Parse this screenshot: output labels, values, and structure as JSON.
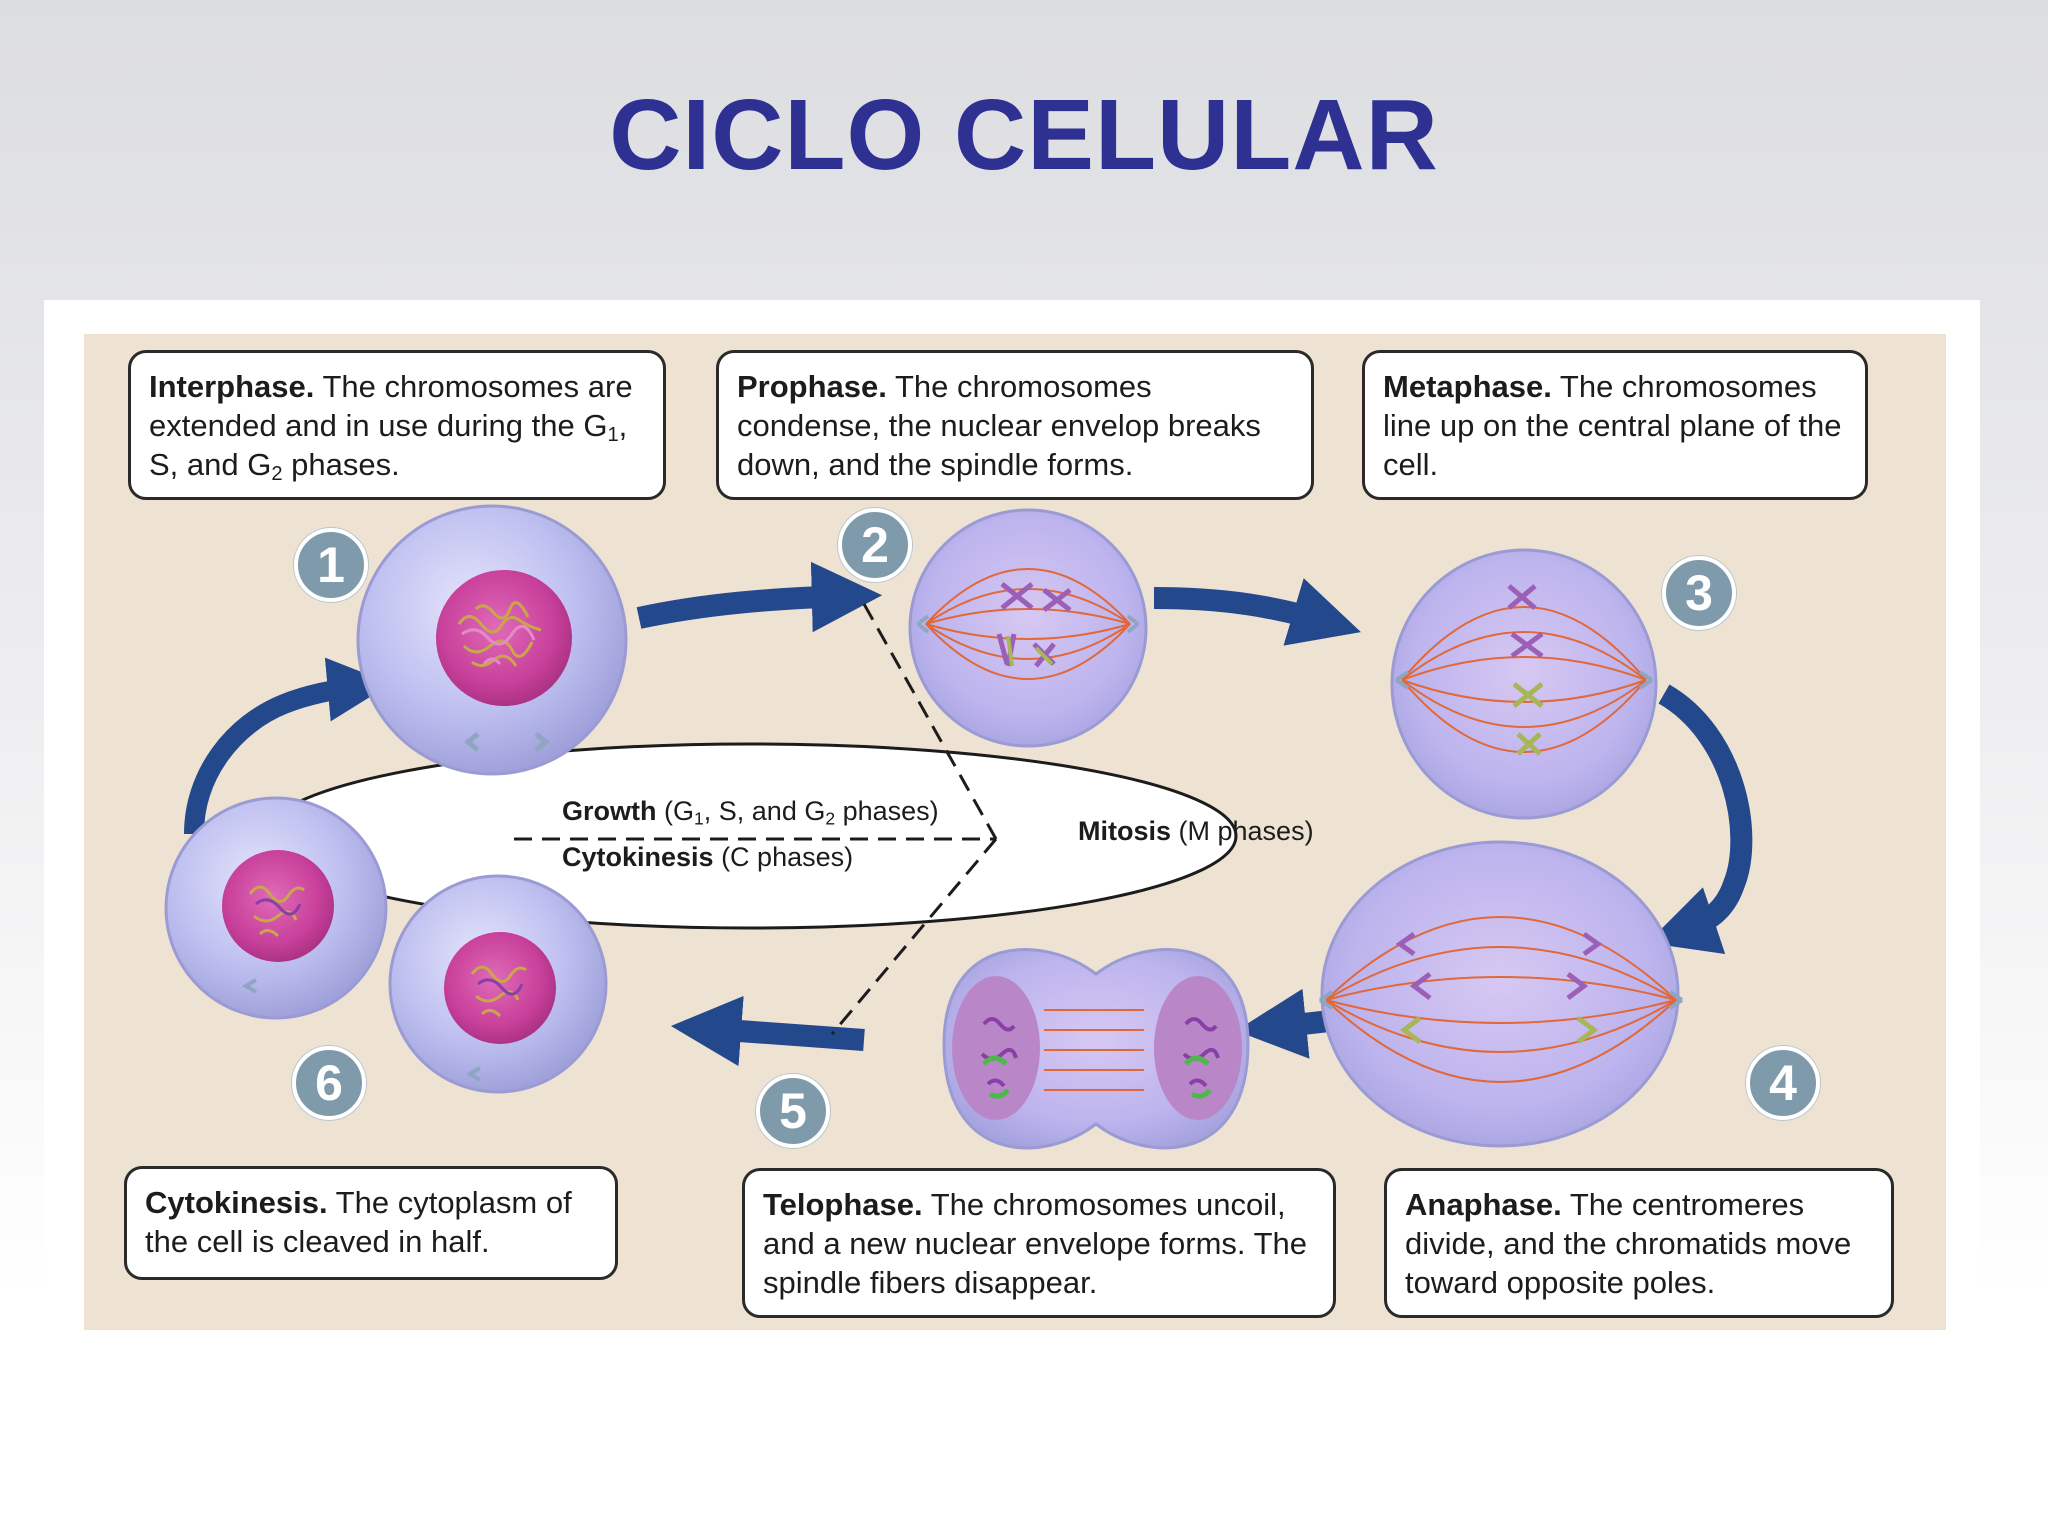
{
  "title": "CICLO CELULAR",
  "phases": [
    {
      "number": "1",
      "name": "Interphase.",
      "text_a": " The chromosomes are extended and in use during the G",
      "sub1": "1",
      "text_b": ", S, and G",
      "sub2": "2",
      "text_c": " phases."
    },
    {
      "number": "2",
      "name": "Prophase.",
      "text": " The chromosomes condense, the nuclear envelop breaks down, and the spindle forms."
    },
    {
      "number": "3",
      "name": "Metaphase.",
      "text": " The chromosomes line up on the central plane of the cell."
    },
    {
      "number": "4",
      "name": "Anaphase.",
      "text": " The centromeres divide, and the chromatids move toward opposite poles."
    },
    {
      "number": "5",
      "name": "Telophase.",
      "text": " The chromosomes uncoil, and a new nuclear envelope forms. The spindle fibers disappear."
    },
    {
      "number": "6",
      "name": "Cytokinesis.",
      "text": " The cytoplasm of the cell is cleaved in half."
    }
  ],
  "center": {
    "growth_label": "Growth",
    "growth_a": " (G",
    "growth_sub1": "1",
    "growth_b": ", S, and G",
    "growth_sub2": "2",
    "growth_c": " phases)",
    "cytokinesis_label": "Cytokinesis",
    "cytokinesis_detail": " (C phases)",
    "mitosis_label": "Mitosis",
    "mitosis_detail": " (M phases)"
  },
  "colors": {
    "title": "#2e3192",
    "arrow": "#24488c",
    "cell": "#b5b6e6",
    "nucleus": "#c8409a",
    "spindle": "#e0683a",
    "background": "#eee3d2"
  }
}
